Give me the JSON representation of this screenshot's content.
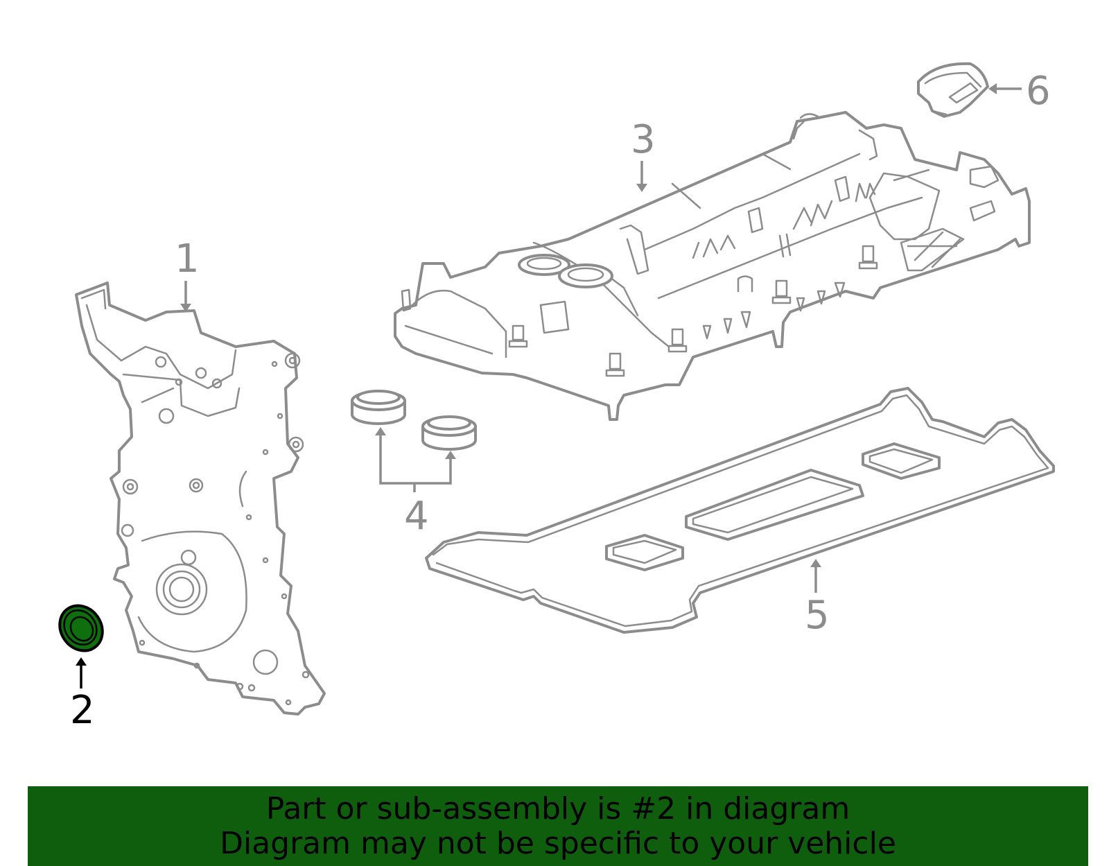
{
  "callouts": [
    {
      "id": "1",
      "label": "1",
      "selected": false
    },
    {
      "id": "2",
      "label": "2",
      "selected": true
    },
    {
      "id": "3",
      "label": "3",
      "selected": false
    },
    {
      "id": "4",
      "label": "4",
      "selected": false
    },
    {
      "id": "5",
      "label": "5",
      "selected": false
    },
    {
      "id": "6",
      "label": "6",
      "selected": false
    }
  ],
  "banner": {
    "line1": "Part or sub-assembly is #2 in diagram",
    "line2": "Diagram may not be specific to your vehicle"
  },
  "colors": {
    "banner_bg": "#0f5e0d",
    "highlight_part": "#0f6e0d",
    "line_art": "#8c8c8c",
    "selected_label": "#000000"
  }
}
